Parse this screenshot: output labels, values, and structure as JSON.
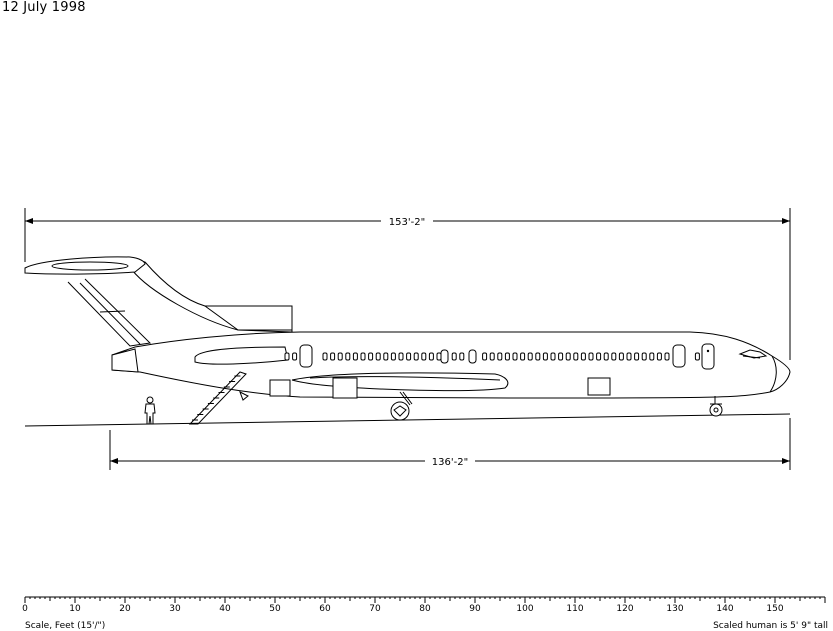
{
  "date": "12 July 1998",
  "dimensions": {
    "overall_length": "153'-2\"",
    "wheelbase": "136'-2\""
  },
  "scale": {
    "caption": "Scale, Feet (15'/\")",
    "human_note": "Scaled human is 5' 9\" tall",
    "ticks": [
      "0",
      "10",
      "20",
      "30",
      "40",
      "50",
      "60",
      "70",
      "80",
      "90",
      "100",
      "110",
      "120",
      "130",
      "140",
      "150"
    ]
  },
  "colors": {
    "line": "#000000",
    "background": "#ffffff"
  }
}
